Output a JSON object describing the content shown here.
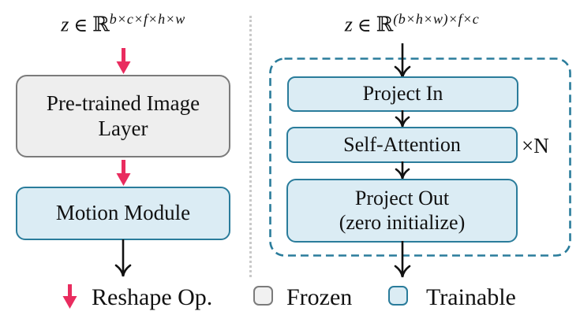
{
  "colors": {
    "reshape_arrow_pink": "#E92C5F",
    "trainable_teal": "#2A7C9B",
    "trainable_fill": "#DBECF4",
    "frozen_fill": "#EEEEEE",
    "frozen_border": "#7B7B7B",
    "flow_arrow_black": "#111111",
    "divider_gray": "#C9C9C9"
  },
  "left_panel": {
    "formula": {
      "var": "z",
      "element_of": "∈",
      "set": "ℝ",
      "superscript": "b×c×f×h×w"
    },
    "pretrained_box": {
      "line1": "Pre-trained Image",
      "line2": "Layer"
    },
    "motion_box": {
      "label": "Motion Module"
    }
  },
  "right_panel": {
    "formula": {
      "var": "z",
      "element_of": "∈",
      "set": "ℝ",
      "superscript": "(b×h×w)×f×c"
    },
    "project_in": {
      "label": "Project In"
    },
    "self_attention": {
      "label": "Self-Attention"
    },
    "repeat": {
      "label": "×N"
    },
    "project_out": {
      "line1": "Project Out",
      "line2": "(zero initialize)"
    }
  },
  "legend": {
    "reshape": {
      "label": "Reshape Op."
    },
    "frozen": {
      "label": "Frozen"
    },
    "trainable": {
      "label": "Trainable"
    }
  }
}
